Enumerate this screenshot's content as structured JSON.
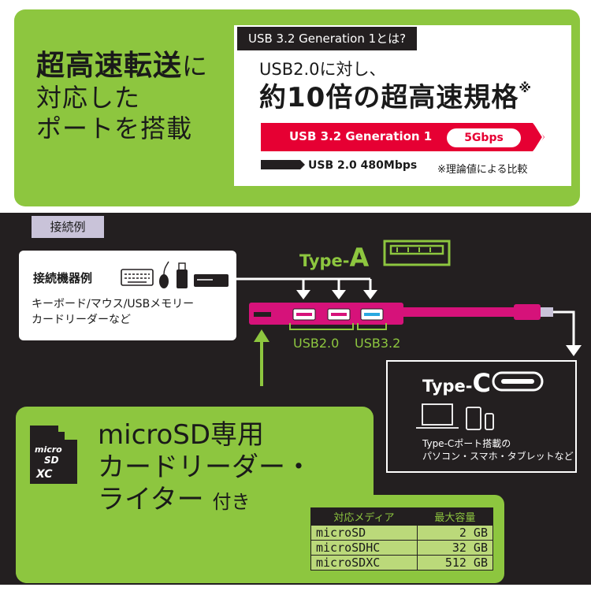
{
  "headline": {
    "line1_bold": "超高速転送",
    "line1_suffix": "に",
    "line2": "対応した",
    "line3": "ポートを搭載"
  },
  "info": {
    "tag": "USB 3.2 Generation 1とは?",
    "subtitle": "USB2.0に対し、",
    "headline": "約10倍の超高速規格",
    "headline_mark": "※",
    "usb32_label": "USB 3.2  Generation 1",
    "usb32_speed": "5Gbps",
    "usb20_label": "USB 2.0  480Mbps",
    "note": "※理論値による比較"
  },
  "example": {
    "tag": "接続例",
    "device_title": "接続機器例",
    "device_desc_line1": "キーボード/マウス/USBメモリー",
    "device_desc_line2": "カードリーダーなど"
  },
  "ports": {
    "typeA_prefix": "Type-",
    "typeA_letter": "A",
    "usb20": "USB2.0",
    "usb32": "USB3.2",
    "typeC_prefix": "Type-",
    "typeC_letter": "C",
    "typeC_desc_line1": "Type-Cポート搭載の",
    "typeC_desc_line2": "パソコン・スマホ・タブレットなど"
  },
  "sd": {
    "title_line1": "microSD専用",
    "title_line2": "カードリーダー・",
    "title_line3": "ライター",
    "title_suffix": "付き",
    "logo_line1": "micro",
    "logo_line2": "SD",
    "logo_line3": "XC"
  },
  "media_table": {
    "headers": [
      "対応メディア",
      "最大容量"
    ],
    "rows": [
      {
        "media": "microSD",
        "capacity": "2 GB"
      },
      {
        "media": "microSDHC",
        "capacity": "32 GB"
      },
      {
        "media": "microSDXC",
        "capacity": "512 GB"
      }
    ]
  },
  "colors": {
    "green": "#8dc63f",
    "dark": "#231f20",
    "red": "#e60033",
    "magenta": "#d6127a"
  }
}
